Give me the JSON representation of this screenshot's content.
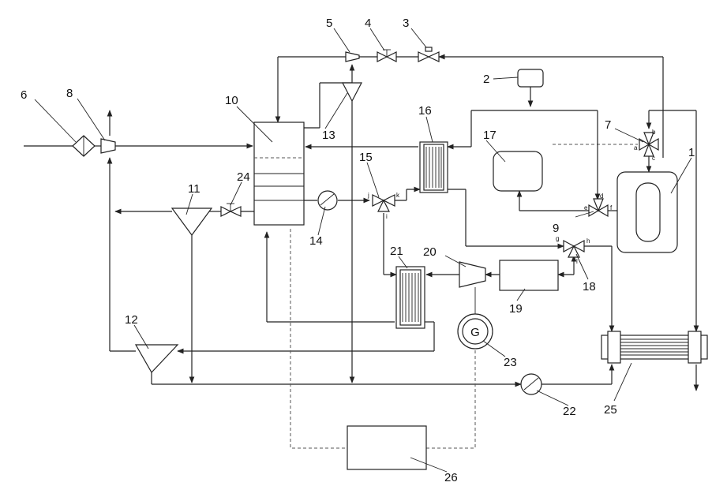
{
  "labels": {
    "l1": "1",
    "l2": "2",
    "l3": "3",
    "l4": "4",
    "l5": "5",
    "l6": "6",
    "l7": "7",
    "l8": "8",
    "l9": "9",
    "l10": "10",
    "l11": "11",
    "l12": "12",
    "l13": "13",
    "l14": "14",
    "l15": "15",
    "l16": "16",
    "l17": "17",
    "l18": "18",
    "l19": "19",
    "l20": "20",
    "l21": "21",
    "l22": "22",
    "l23": "23",
    "l24": "24",
    "l25": "25",
    "l26": "26"
  },
  "ports": {
    "p7a": "a",
    "p7b": "b",
    "p7c": "c",
    "p9d": "d",
    "p9e": "e",
    "p9f": "f",
    "p15i": "i",
    "p15j": "j",
    "p15k": "k",
    "p18g": "g",
    "p18h": "h",
    "p18l": "l"
  },
  "generator_symbol": "G",
  "line_color": "#222222",
  "dashed_line_color": "#555555"
}
